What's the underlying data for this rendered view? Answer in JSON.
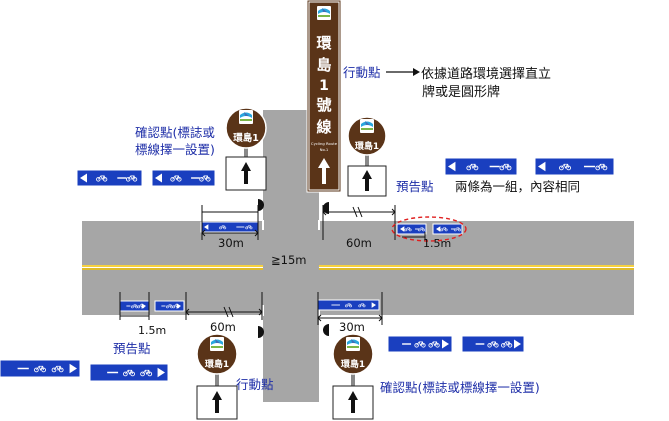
{
  "colors": {
    "road": "#a6a6a6",
    "road_edge": "#ffffff",
    "center_line": "#f2c200",
    "sign_brown": "#5a3418",
    "sign_blue": "#1a3fbf",
    "label_blue": "#1f2fa8",
    "callout_red": "#e02020",
    "text_black": "#111111"
  },
  "icons": {
    "route_logo": "cycling-route-logo-icon",
    "arrow_up": "arrow-up-icon",
    "arrow_right": "arrow-right-icon",
    "arrow_left": "arrow-left-icon",
    "bicycle": "bicycle-icon",
    "post": "sign-post-icon"
  },
  "vertical_sign": {
    "chars": [
      "環",
      "島",
      "1",
      "號",
      "線"
    ],
    "sub1": "Cycling Route",
    "sub2": "No.1"
  },
  "round_sign_text": "環島1",
  "labels": {
    "action_point_top": "行動點",
    "action_point_note_line1": "依據道路環境選擇直立",
    "action_point_note_line2": "牌或是圓形牌",
    "confirm_point_left_line1": "確認點(標誌或",
    "confirm_point_left_line2": "標線擇一設置)",
    "warning_point_top": "預告點",
    "pair_note": "兩條為一組，內容相同",
    "warning_point_bottom": "預告點",
    "action_point_bottom": "行動點",
    "confirm_point_bottom": "確認點(標誌或標線擇一設置)"
  },
  "dimensions": {
    "left_top": "30m",
    "right_top": "60m",
    "right_top_gap": "1.5m",
    "center": "≧15m",
    "left_bottom_gap": "1.5m",
    "left_bottom": "60m",
    "right_bottom": "30m"
  }
}
